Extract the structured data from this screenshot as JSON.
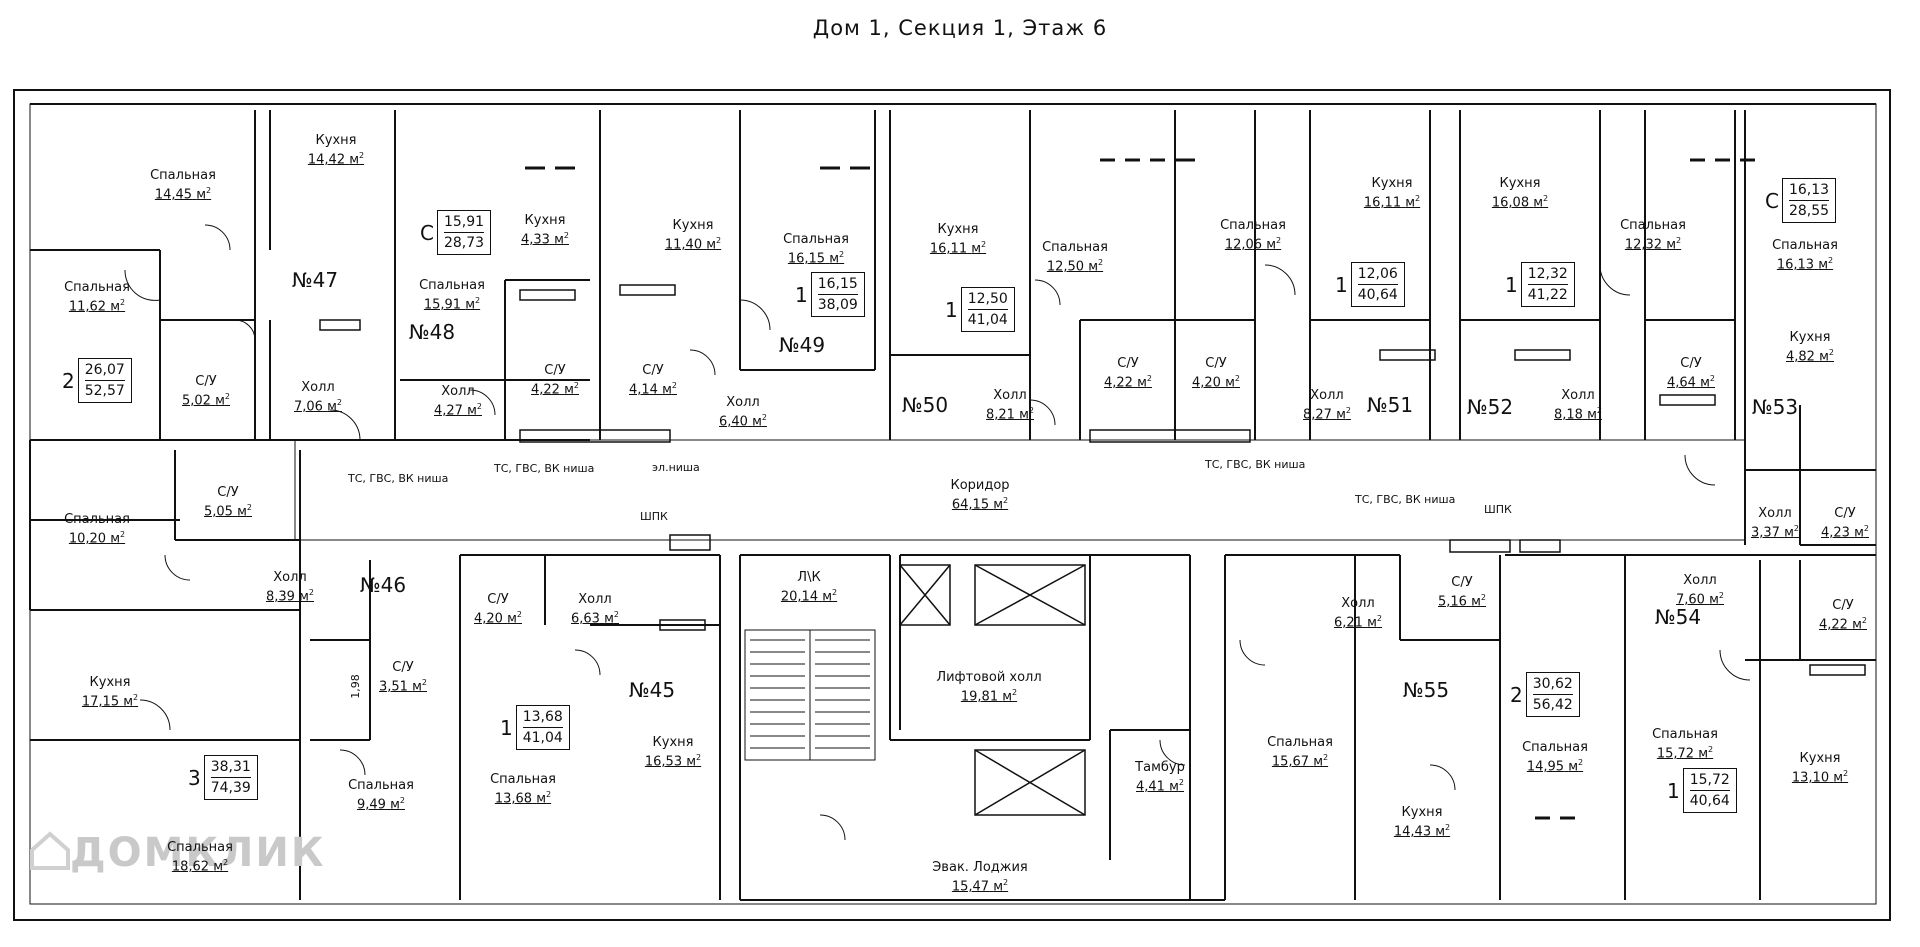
{
  "title": "Дом 1, Секция 1, Этаж 6",
  "watermark": "ДОМКЛИК",
  "line_color": "#111111",
  "rooms": [
    {
      "id": "r1",
      "name": "Спальная",
      "area": "14,45"
    },
    {
      "id": "r2",
      "name": "Кухня",
      "area": "14,42"
    },
    {
      "id": "r3",
      "name": "Спальная",
      "area": "11,62"
    },
    {
      "id": "r4",
      "name": "С/У",
      "area": "5,02"
    },
    {
      "id": "r5",
      "name": "Холл",
      "area": "7,06"
    },
    {
      "id": "r6",
      "name": "Кухня",
      "area": "4,33"
    },
    {
      "id": "r7",
      "name": "Спальная",
      "area": "15,91"
    },
    {
      "id": "r8",
      "name": "Холл",
      "area": "4,27"
    },
    {
      "id": "r9",
      "name": "С/У",
      "area": "4,22"
    },
    {
      "id": "r10",
      "name": "Кухня",
      "area": "11,40"
    },
    {
      "id": "r11",
      "name": "С/У",
      "area": "4,14"
    },
    {
      "id": "r12",
      "name": "Холл",
      "area": "6,40"
    },
    {
      "id": "r13",
      "name": "Спальная",
      "area": "16,15"
    },
    {
      "id": "r14",
      "name": "Кухня",
      "area": "16,11"
    },
    {
      "id": "r15",
      "name": "Спальная",
      "area": "12,50"
    },
    {
      "id": "r16",
      "name": "Холл",
      "area": "8,21"
    },
    {
      "id": "r17",
      "name": "С/У",
      "area": "4,22"
    },
    {
      "id": "r18",
      "name": "Спальная",
      "area": "12,06"
    },
    {
      "id": "r19",
      "name": "Кухня",
      "area": "16,11"
    },
    {
      "id": "r20",
      "name": "С/У",
      "area": "4,20"
    },
    {
      "id": "r21",
      "name": "Холл",
      "area": "8,27"
    },
    {
      "id": "r22",
      "name": "Кухня",
      "area": "16,08"
    },
    {
      "id": "r23",
      "name": "Спальная",
      "area": "12,32"
    },
    {
      "id": "r24",
      "name": "Холл",
      "area": "8,18"
    },
    {
      "id": "r25",
      "name": "С/У",
      "area": "4,64"
    },
    {
      "id": "r26",
      "name": "Спальная",
      "area": "16,13"
    },
    {
      "id": "r27",
      "name": "Кухня",
      "area": "4,82"
    },
    {
      "id": "r28",
      "name": "Холл",
      "area": "3,37"
    },
    {
      "id": "r29",
      "name": "С/У",
      "area": "4,23"
    },
    {
      "id": "r30",
      "name": "Коридор",
      "area": "64,15"
    },
    {
      "id": "r31",
      "name": "С/У",
      "area": "5,05"
    },
    {
      "id": "r32",
      "name": "Спальная",
      "area": "10,20"
    },
    {
      "id": "r33",
      "name": "Холл",
      "area": "8,39"
    },
    {
      "id": "r34",
      "name": "Кухня",
      "area": "17,15"
    },
    {
      "id": "r35",
      "name": "С/У",
      "area": "3,51"
    },
    {
      "id": "r36",
      "name": "Спальная",
      "area": "9,49"
    },
    {
      "id": "r37",
      "name": "Спальная",
      "area": "18,62"
    },
    {
      "id": "r38",
      "name": "С/У",
      "area": "4,20"
    },
    {
      "id": "r39",
      "name": "Холл",
      "area": "6,63"
    },
    {
      "id": "r40",
      "name": "Кухня",
      "area": "16,53"
    },
    {
      "id": "r41",
      "name": "Спальная",
      "area": "13,68"
    },
    {
      "id": "r42",
      "name": "Л\\К",
      "area": "20,14"
    },
    {
      "id": "r43",
      "name": "Лифтовой холл",
      "area": "19,81"
    },
    {
      "id": "r44",
      "name": "Тамбур",
      "area": "4,41"
    },
    {
      "id": "r45",
      "name": "Эвак. Лоджия",
      "area": "15,47"
    },
    {
      "id": "r46",
      "name": "Холл",
      "area": "6,21"
    },
    {
      "id": "r47",
      "name": "С/У",
      "area": "5,16"
    },
    {
      "id": "r48",
      "name": "Спальная",
      "area": "15,67"
    },
    {
      "id": "r49",
      "name": "Спальная",
      "area": "14,95"
    },
    {
      "id": "r50",
      "name": "Кухня",
      "area": "14,43"
    },
    {
      "id": "r51",
      "name": "Холл",
      "area": "7,60"
    },
    {
      "id": "r52",
      "name": "С/У",
      "area": "4,22"
    },
    {
      "id": "r53",
      "name": "Спальная",
      "area": "15,72"
    },
    {
      "id": "r54",
      "name": "Кухня",
      "area": "13,10"
    }
  ],
  "unit": "м",
  "unit_exp": "2",
  "apartments": [
    {
      "id": "a47",
      "label": "№47"
    },
    {
      "id": "a48",
      "label": "№48"
    },
    {
      "id": "a49",
      "label": "№49"
    },
    {
      "id": "a50",
      "label": "№50"
    },
    {
      "id": "a51",
      "label": "№51"
    },
    {
      "id": "a52",
      "label": "№52"
    },
    {
      "id": "a53",
      "label": "№53"
    },
    {
      "id": "a46",
      "label": "№46"
    },
    {
      "id": "a45",
      "label": "№45"
    },
    {
      "id": "a55",
      "label": "№55"
    },
    {
      "id": "a54",
      "label": "№54"
    }
  ],
  "summaries": [
    {
      "id": "s47",
      "rooms": "2",
      "living": "26,07",
      "total": "52,57"
    },
    {
      "id": "s48",
      "rooms": "С",
      "living": "15,91",
      "total": "28,73"
    },
    {
      "id": "s49",
      "rooms": "1",
      "living": "16,15",
      "total": "38,09"
    },
    {
      "id": "s50",
      "rooms": "1",
      "living": "12,50",
      "total": "41,04"
    },
    {
      "id": "s51",
      "rooms": "1",
      "living": "12,06",
      "total": "40,64"
    },
    {
      "id": "s52",
      "rooms": "1",
      "living": "12,32",
      "total": "41,22"
    },
    {
      "id": "s53",
      "rooms": "С",
      "living": "16,13",
      "total": "28,55"
    },
    {
      "id": "s46",
      "rooms": "3",
      "living": "38,31",
      "total": "74,39"
    },
    {
      "id": "s45",
      "rooms": "1",
      "living": "13,68",
      "total": "41,04"
    },
    {
      "id": "s55",
      "rooms": "2",
      "living": "30,62",
      "total": "56,42"
    },
    {
      "id": "s54",
      "rooms": "1",
      "living": "15,72",
      "total": "40,64"
    }
  ],
  "tags": {
    "niche1": "ТС, ГВС, ВК ниша",
    "niche2": "ТС, ГВС, ВК ниша",
    "niche3": "ТС, ГВС, ВК ниша",
    "niche4": "ТС, ГВС, ВК ниша",
    "el_niche": "эл.ниша",
    "shpk1": "ШПК",
    "shpk2": "ШПК",
    "dim198": "1,98"
  }
}
